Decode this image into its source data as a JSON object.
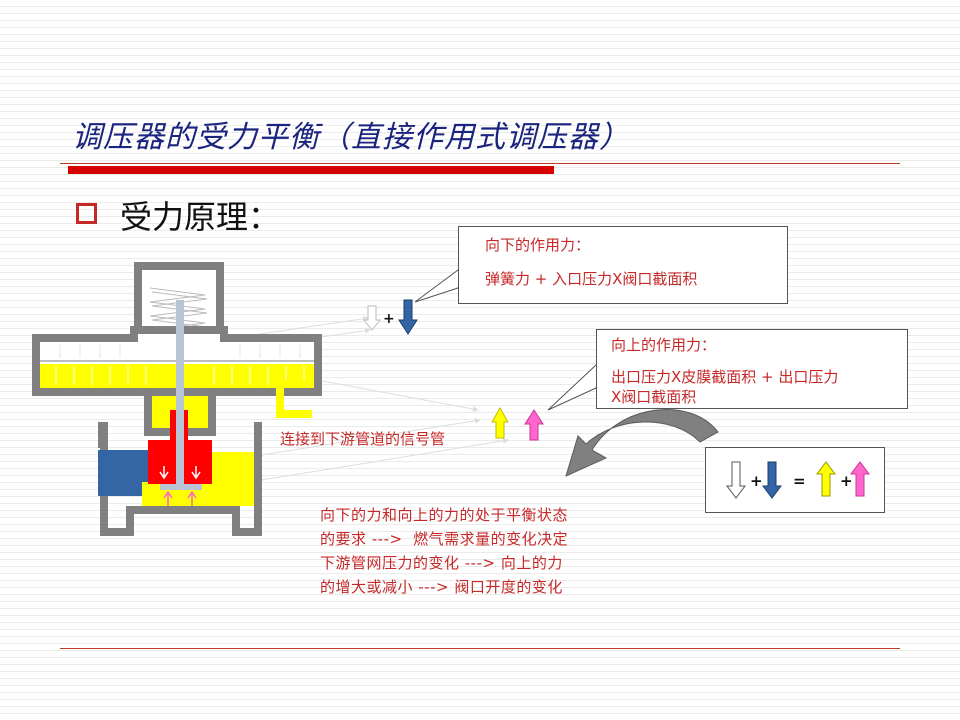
{
  "slide": {
    "title": "调压器的受力平衡（直接作用式调压器）",
    "bullet": "受力原理："
  },
  "callout_down": {
    "line1": "向下的作用力：",
    "line2": "弹簧力 + 入口压力X阀口截面积"
  },
  "callout_up": {
    "line1": "向上的作用力：",
    "line2": "出口压力X皮膜截面积 + 出口压力",
    "line3": "X阀口截面积"
  },
  "signal_pipe_label": "连接到下游管道的信号管",
  "explanation": [
    "向下的力和向上的力的处于平衡状态",
    "的要求 --->  燃气需求量的变化决定",
    "下游管网压力的变化 ---> 向上的力",
    "的增大或减小 ---> 阀口开度的变化"
  ],
  "symbols": {
    "plus": "+",
    "equals": "="
  },
  "colors": {
    "title": "#1a237e",
    "accent_red": "#d50000",
    "text_red": "#c62828",
    "body_gray": "#808080",
    "yellow": "#ffff00",
    "red": "#ff0000",
    "blue": "#3465a4",
    "pink": "#ff66cc"
  }
}
